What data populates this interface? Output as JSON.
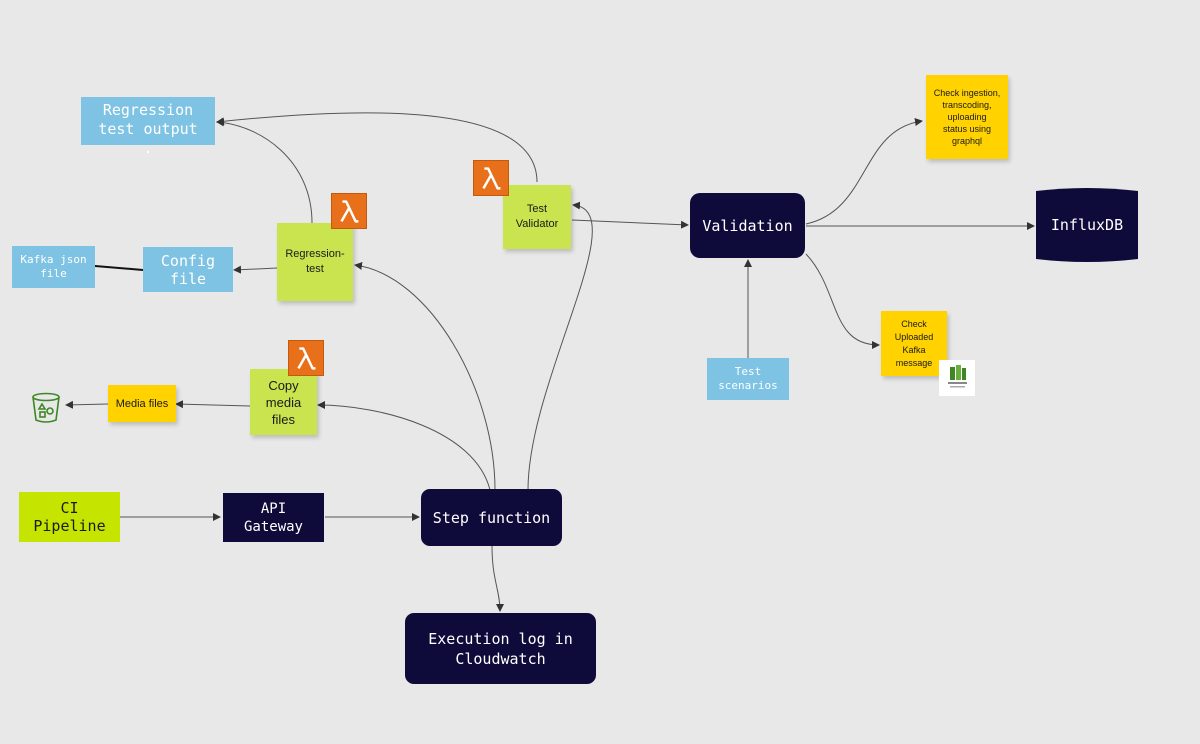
{
  "nodes": {
    "regression_output": "Regression\ntest output\n.",
    "kafka_json": "Kafka json\nfile",
    "config_file": "Config\nfile",
    "regression_test": "Regression-\ntest",
    "test_validator": "Test\nValidator",
    "validation": "Validation",
    "influxdb": "InfluxDB",
    "check_ingestion": "Check ingestion,\ntranscoding,\nuploading\nstatus using\ngraphql",
    "check_kafka": "Check\nUploaded\nKafka\nmessage",
    "test_scenarios": "Test\nscenarios",
    "media_files": "Media files",
    "copy_media": "Copy\nmedia\nfiles",
    "ci_pipeline": "CI\nPipeline",
    "api_gateway": "API\nGateway",
    "step_function": "Step function",
    "execution_log": "Execution log in\nCloudwatch"
  },
  "icons": {
    "lambda": "lambda-icon",
    "bucket": "s3-bucket-icon",
    "kafka": "msk-kafka-icon"
  },
  "colors": {
    "background": "#e8e8e8",
    "blue_note": "#7ec3e3",
    "navy_block": "#0e0b3a",
    "green_note": "#c9e44f",
    "lime_block": "#c5e500",
    "yellow_note": "#ffd200",
    "lambda_orange": "#e8701a",
    "s3_green": "#3f8624"
  }
}
